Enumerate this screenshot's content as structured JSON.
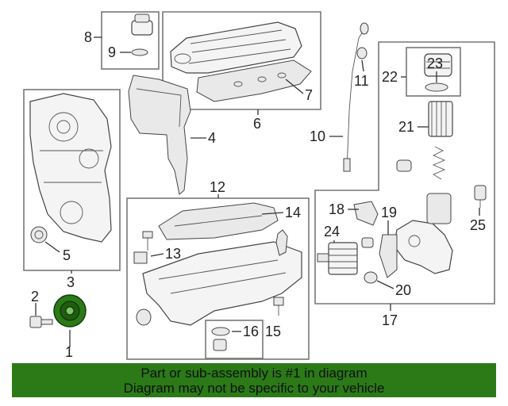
{
  "diagram": {
    "callouts": {
      "c1": "1",
      "c2": "2",
      "c3": "3",
      "c4": "4",
      "c5": "5",
      "c6": "6",
      "c7": "7",
      "c8": "8",
      "c9": "9",
      "c10": "10",
      "c11": "11",
      "c12": "12",
      "c13": "13",
      "c14": "14",
      "c15": "15",
      "c16": "16",
      "c17": "17",
      "c18": "18",
      "c19": "19",
      "c20": "20",
      "c21": "21",
      "c22": "22",
      "c23": "23",
      "c24": "24",
      "c25": "25"
    },
    "highlight_color": "#2b7a17"
  },
  "banner": {
    "line1": "Part or sub-assembly is #1 in diagram",
    "line2": "Diagram may not be specific to your vehicle"
  }
}
